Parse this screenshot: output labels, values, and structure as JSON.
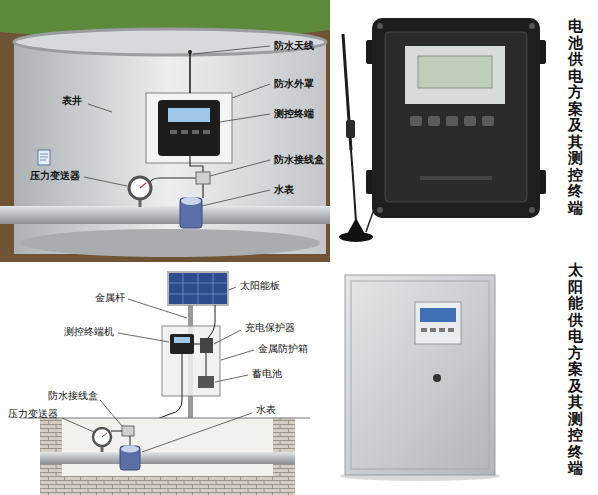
{
  "diagram": {
    "labels": [
      "防水天线",
      "防水外罩",
      "表井",
      "测控终端",
      "压力变送器",
      "防水接线盒",
      "水表",
      "电池供电方案及其测控终端",
      "太阳能板",
      "金属杆",
      "测控终端机",
      "充电保护器",
      "金属防护箱",
      "蓄电池",
      "防水接线盒",
      "压力变送器",
      "水表",
      "太阳能供电方案及其测控终端"
    ]
  }
}
